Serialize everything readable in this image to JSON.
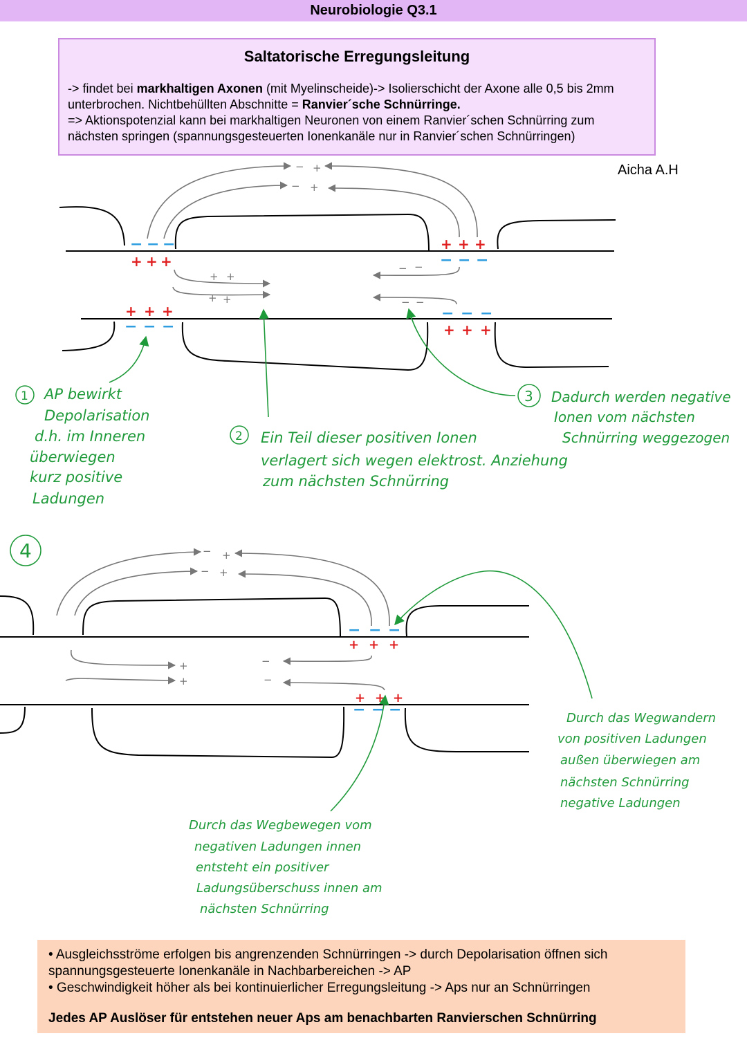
{
  "header": {
    "title": "Neurobiologie Q3.1"
  },
  "definition": {
    "title": "Saltatorische Erregungsleitung",
    "line1_pre": "-> findet bei ",
    "line1_bold": "markhaltigen Axonen",
    "line1_post": " (mit Myelinscheide)-> Isolierschicht der Axone alle 0,5 bis 2mm unterbrochen. Nichtbehüllten Abschnitte = ",
    "line1_bold2": "Ranvier´sche Schnürringe.",
    "line2": "=> Aktionspotenzial kann bei markhaltigen Neuronen von einem Ranvier´schen Schnürring zum nächsten springen (spannungsgesteuerten Ionenkanäle nur in Ranvier´schen Schnürringen)"
  },
  "author": "Aicha A.H",
  "colors": {
    "positive": "#e02020",
    "negative": "#2f9ee0",
    "annotation": "#1f9a3a",
    "membrane": "#000000",
    "arrow": "#777777"
  },
  "diagram_top": {
    "symbols": {
      "plus": "+",
      "minus": "−"
    },
    "note1": {
      "number": "1",
      "lines": [
        "AP bewirkt",
        "Depolarisation",
        "d.h. im Inneren",
        "überwiegen",
        "kurz positive",
        "Ladungen"
      ]
    },
    "note2": {
      "number": "2",
      "lines": [
        "Ein Teil dieser positiven Ionen",
        "verlagert sich wegen elektrost. Anziehung",
        "zum nächsten Schnürring"
      ]
    },
    "note3": {
      "number": "3",
      "lines": [
        "Dadurch werden negative",
        "Ionen vom nächsten",
        "Schnürring weggezogen"
      ]
    }
  },
  "diagram_bottom": {
    "number": "4",
    "note_right": [
      "Durch das Wegwandern",
      "von positiven Ladungen",
      "außen überwiegen am",
      "nächsten Schnürring",
      "negative Ladungen"
    ],
    "note_bottom": [
      "Durch das Wegbewegen vom",
      "negativen Ladungen innen",
      "entsteht ein positiver",
      "Ladungsüberschuss innen am",
      "nächsten Schnürring"
    ]
  },
  "summary": {
    "bullet1": "• Ausgleichsströme erfolgen bis angrenzenden Schnürringen -> durch Depolarisation öffnen sich spannungsgesteuerte Ionenkanäle in Nachbarbereichen -> AP",
    "bullet2": "• Geschwindigkeit höher als bei kontinuierlicher Erregungsleitung -> Aps nur an Schnürringen",
    "conclusion": "Jedes AP Auslöser für entstehen neuer Aps am benachbarten Ranvierschen Schnürring"
  }
}
